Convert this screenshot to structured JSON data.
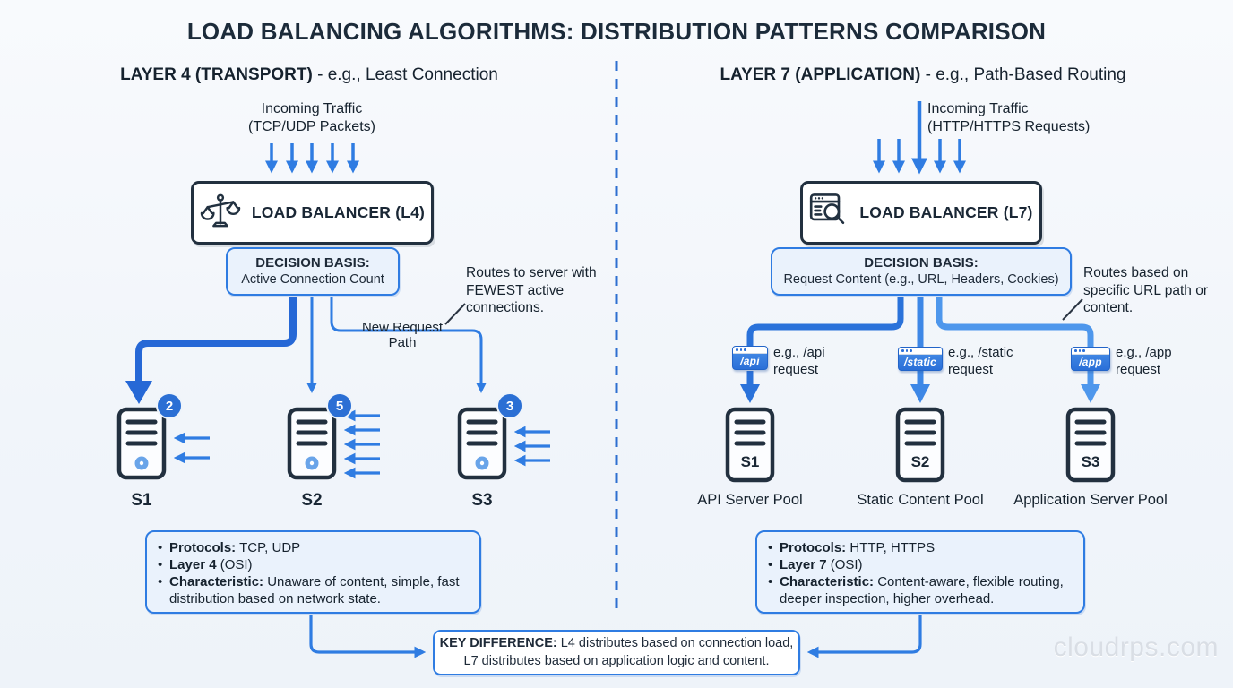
{
  "title": "LOAD BALANCING ALGORITHMS: DISTRIBUTION PATTERNS COMPARISON",
  "watermark": "cloudrps.com",
  "bullet": "•",
  "colors": {
    "background": "#f3f7fb",
    "ink": "#1e2a38",
    "accent": "#2f7ce2",
    "panel_fill": "#eaf2fc",
    "badge_blue": "#2b6fd4",
    "watermark_gray": "#d9dee5"
  },
  "icons": {
    "left_lb": "balance-scale-icon",
    "right_lb": "browser-inspect-icon",
    "server": "server-tower-icon",
    "route_tag": "url-tag-icon"
  },
  "left": {
    "header_bold": "LAYER 4 (TRANSPORT)",
    "header_rest": " - e.g., Least Connection",
    "incoming": {
      "line1": "Incoming Traffic",
      "line2": "(TCP/UDP Packets)"
    },
    "lb_label": "LOAD BALANCER (L4)",
    "decision": {
      "title": "DECISION BASIS:",
      "value": "Active Connection Count"
    },
    "annotation": "Routes to server with FEWEST active connections.",
    "path_label": "New Request Path",
    "servers": [
      {
        "name": "S1",
        "connections": "2"
      },
      {
        "name": "S2",
        "connections": "5"
      },
      {
        "name": "S3",
        "connections": "3"
      }
    ],
    "info": [
      {
        "bold": "Protocols:",
        "rest": " TCP, UDP"
      },
      {
        "bold": "Layer 4",
        "rest": " (OSI)"
      },
      {
        "bold": "Characteristic:",
        "rest": " Unaware of content, simple, fast distribution based on network state."
      }
    ]
  },
  "right": {
    "header_bold": "LAYER 7 (APPLICATION)",
    "header_rest": " - e.g., Path-Based Routing",
    "incoming": {
      "line1": "Incoming Traffic",
      "line2": "(HTTP/HTTPS Requests)"
    },
    "lb_label": "LOAD BALANCER (L7)",
    "decision": {
      "title": "DECISION BASIS:",
      "value": "Request Content (e.g., URL, Headers, Cookies)"
    },
    "annotation": "Routes based on specific URL path or content.",
    "routes": [
      {
        "tag": "/api",
        "example_line1": "e.g., /api",
        "example_line2": "request"
      },
      {
        "tag": "/static",
        "example_line1": "e.g., /static",
        "example_line2": "request"
      },
      {
        "tag": "/app",
        "example_line1": "e.g., /app",
        "example_line2": "request"
      }
    ],
    "servers": [
      {
        "name": "S1",
        "pool": "API Server Pool"
      },
      {
        "name": "S2",
        "pool": "Static Content Pool"
      },
      {
        "name": "S3",
        "pool": "Application Server Pool"
      }
    ],
    "info": [
      {
        "bold": "Protocols:",
        "rest": " HTTP, HTTPS"
      },
      {
        "bold": "Layer 7",
        "rest": " (OSI)"
      },
      {
        "bold": "Characteristic:",
        "rest": " Content-aware, flexible routing, deeper inspection, higher overhead."
      }
    ]
  },
  "key_difference": {
    "label": "KEY DIFFERENCE:",
    "line1_rest": " L4 distributes based on connection load,",
    "line2": "L7 distributes based on application logic and content."
  }
}
